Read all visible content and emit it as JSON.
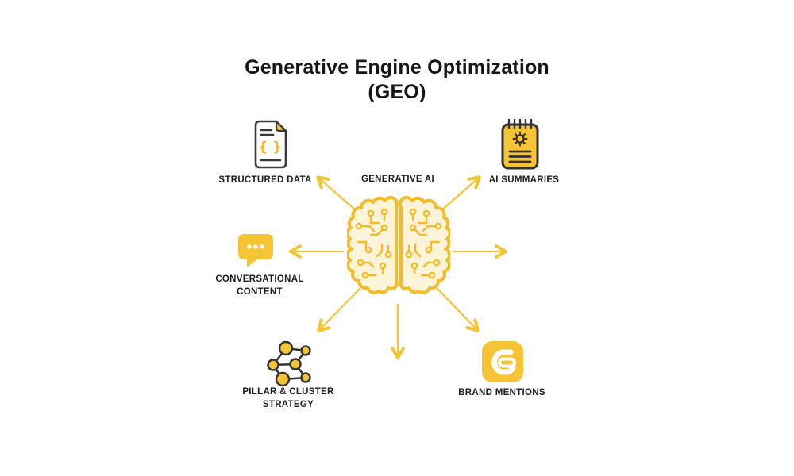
{
  "title": {
    "line1": "Generative Engine Optimization",
    "line2": "(GEO)"
  },
  "center": {
    "label": "GENERATIVE AI",
    "icon": "circuit-brain-icon"
  },
  "nodes": [
    {
      "id": "structured-data",
      "label": "STRUCTURED DATA",
      "icon": "json-document-icon"
    },
    {
      "id": "ai-summaries",
      "label": "AI SUMMARIES",
      "icon": "notepad-sun-icon"
    },
    {
      "id": "conversational-content",
      "label": "CONVERSATIONAL CONTENT",
      "icon": "chat-bubble-icon"
    },
    {
      "id": "pillar-cluster-strategy",
      "label": "PILLAR & CLUSTER STRATEGY",
      "icon": "cluster-graph-icon"
    },
    {
      "id": "brand-mentions",
      "label": "BRAND MENTIONS",
      "icon": "brand-badge-icon"
    }
  ],
  "colors": {
    "gold": "#F6C334",
    "brain_stroke": "#F4BC2B",
    "brain_fill": "#FBF4D8",
    "icon_outline": "#333333",
    "text": "#1D1D1D",
    "background": "#FFFFFF"
  }
}
